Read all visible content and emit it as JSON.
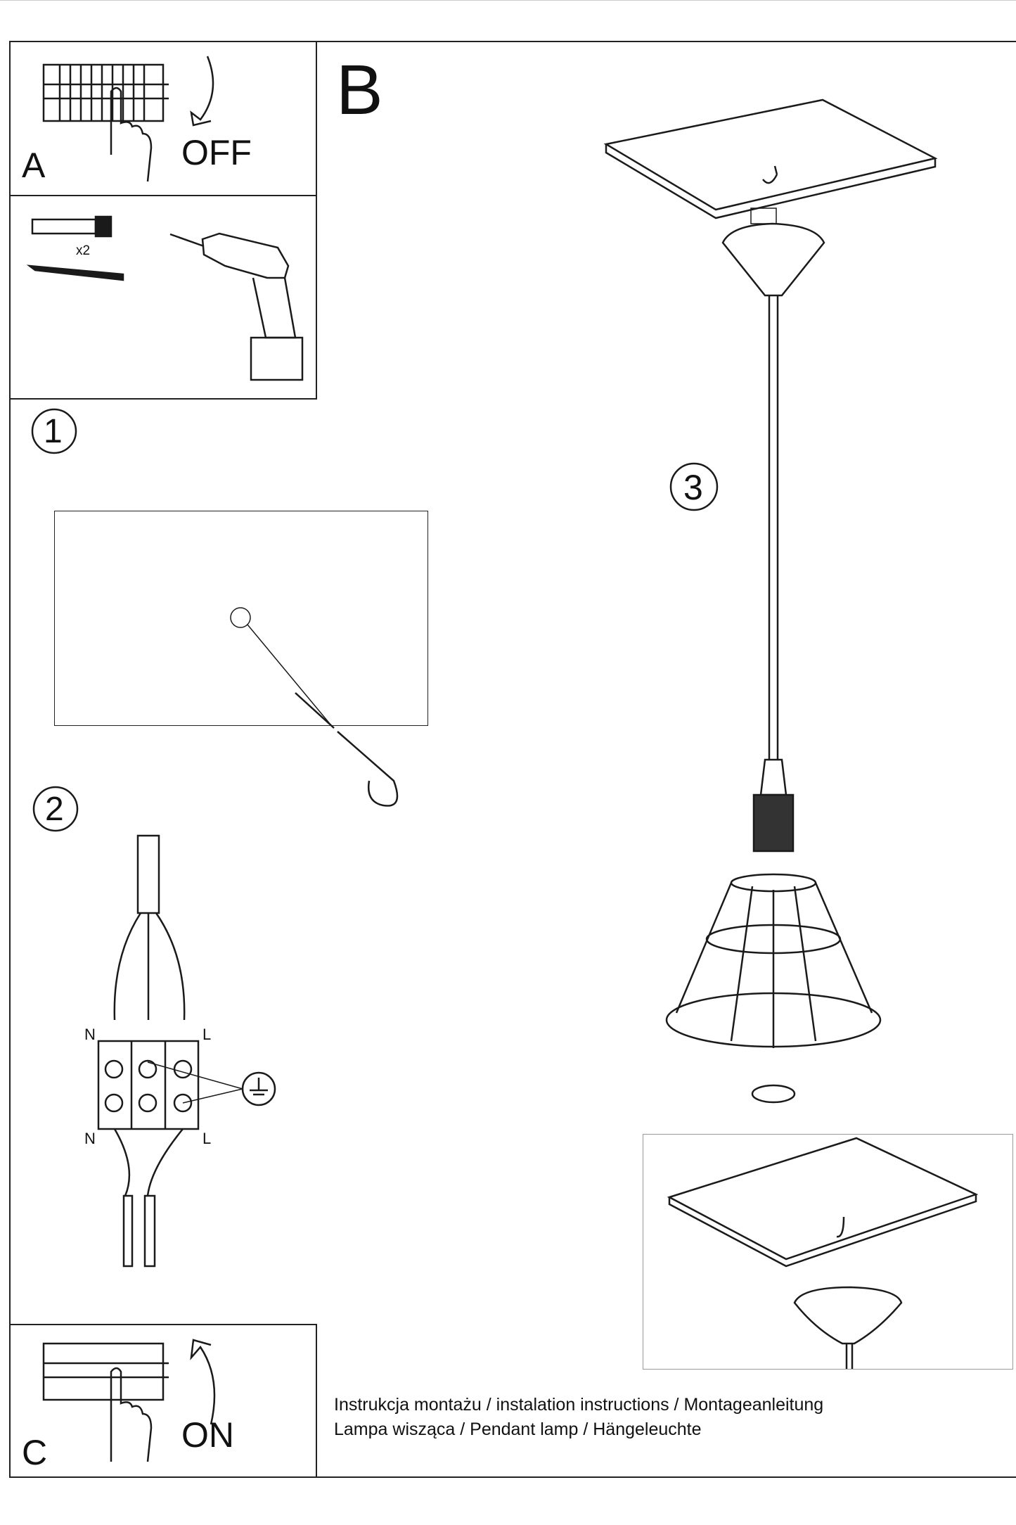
{
  "steps": {
    "a_label": "A",
    "a_action": "OFF",
    "b_label": "B",
    "c_label": "C",
    "c_action": "ON",
    "quantity": "x2",
    "step1": "1",
    "step2": "2",
    "step3": "3"
  },
  "wiring": {
    "neutral_top": "N",
    "live_top": "L",
    "neutral_bottom": "N",
    "live_bottom": "L"
  },
  "footer": {
    "line1": "Instrukcja montażu / instalation instructions / Montageanleitung",
    "line2": "Lampa wisząca / Pendant lamp / Hängeleuchte"
  }
}
